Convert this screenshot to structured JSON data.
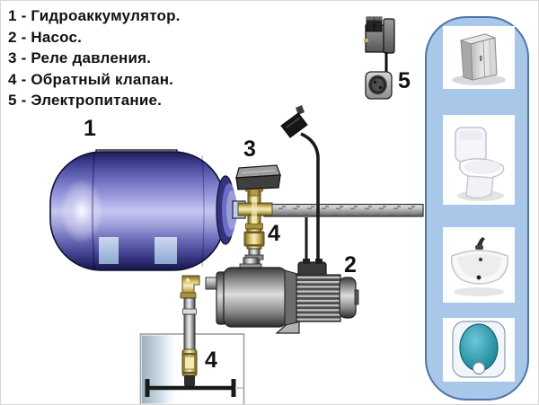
{
  "legend": {
    "items": [
      "1 - Гидроаккумулятор.",
      "2 - Насос.",
      "3 - Реле давления.",
      "4 - Обратный клапан.",
      "5 - Электропитание."
    ]
  },
  "diagram": {
    "labels": {
      "tank": "1",
      "pump": "2",
      "pressure_relay": "3",
      "check_valve_top": "4",
      "check_valve_well": "4",
      "power": "5"
    },
    "components": [
      "hydroaccumulator-tank",
      "pump",
      "pressure-relay",
      "check-valve",
      "power-plug-and-socket",
      "supply-pipe",
      "suction-pipe",
      "water-source"
    ]
  },
  "panel": {
    "fixtures": [
      {
        "icon": "shower-cabin"
      },
      {
        "icon": "toilet"
      },
      {
        "icon": "washbasin"
      },
      {
        "icon": "water-heater"
      }
    ]
  },
  "colors": {
    "panel_fill": "#a9c7e9",
    "panel_border": "#4e74a8",
    "tank_blue": "#5b5bb0",
    "plate_blue": "#b9d2ee",
    "brass": "#c9b35e",
    "pipe_gray": "#9a9a9a",
    "cable_black": "#1a1a1a",
    "heater_teal": "#2b93a6",
    "text": "#111111"
  }
}
